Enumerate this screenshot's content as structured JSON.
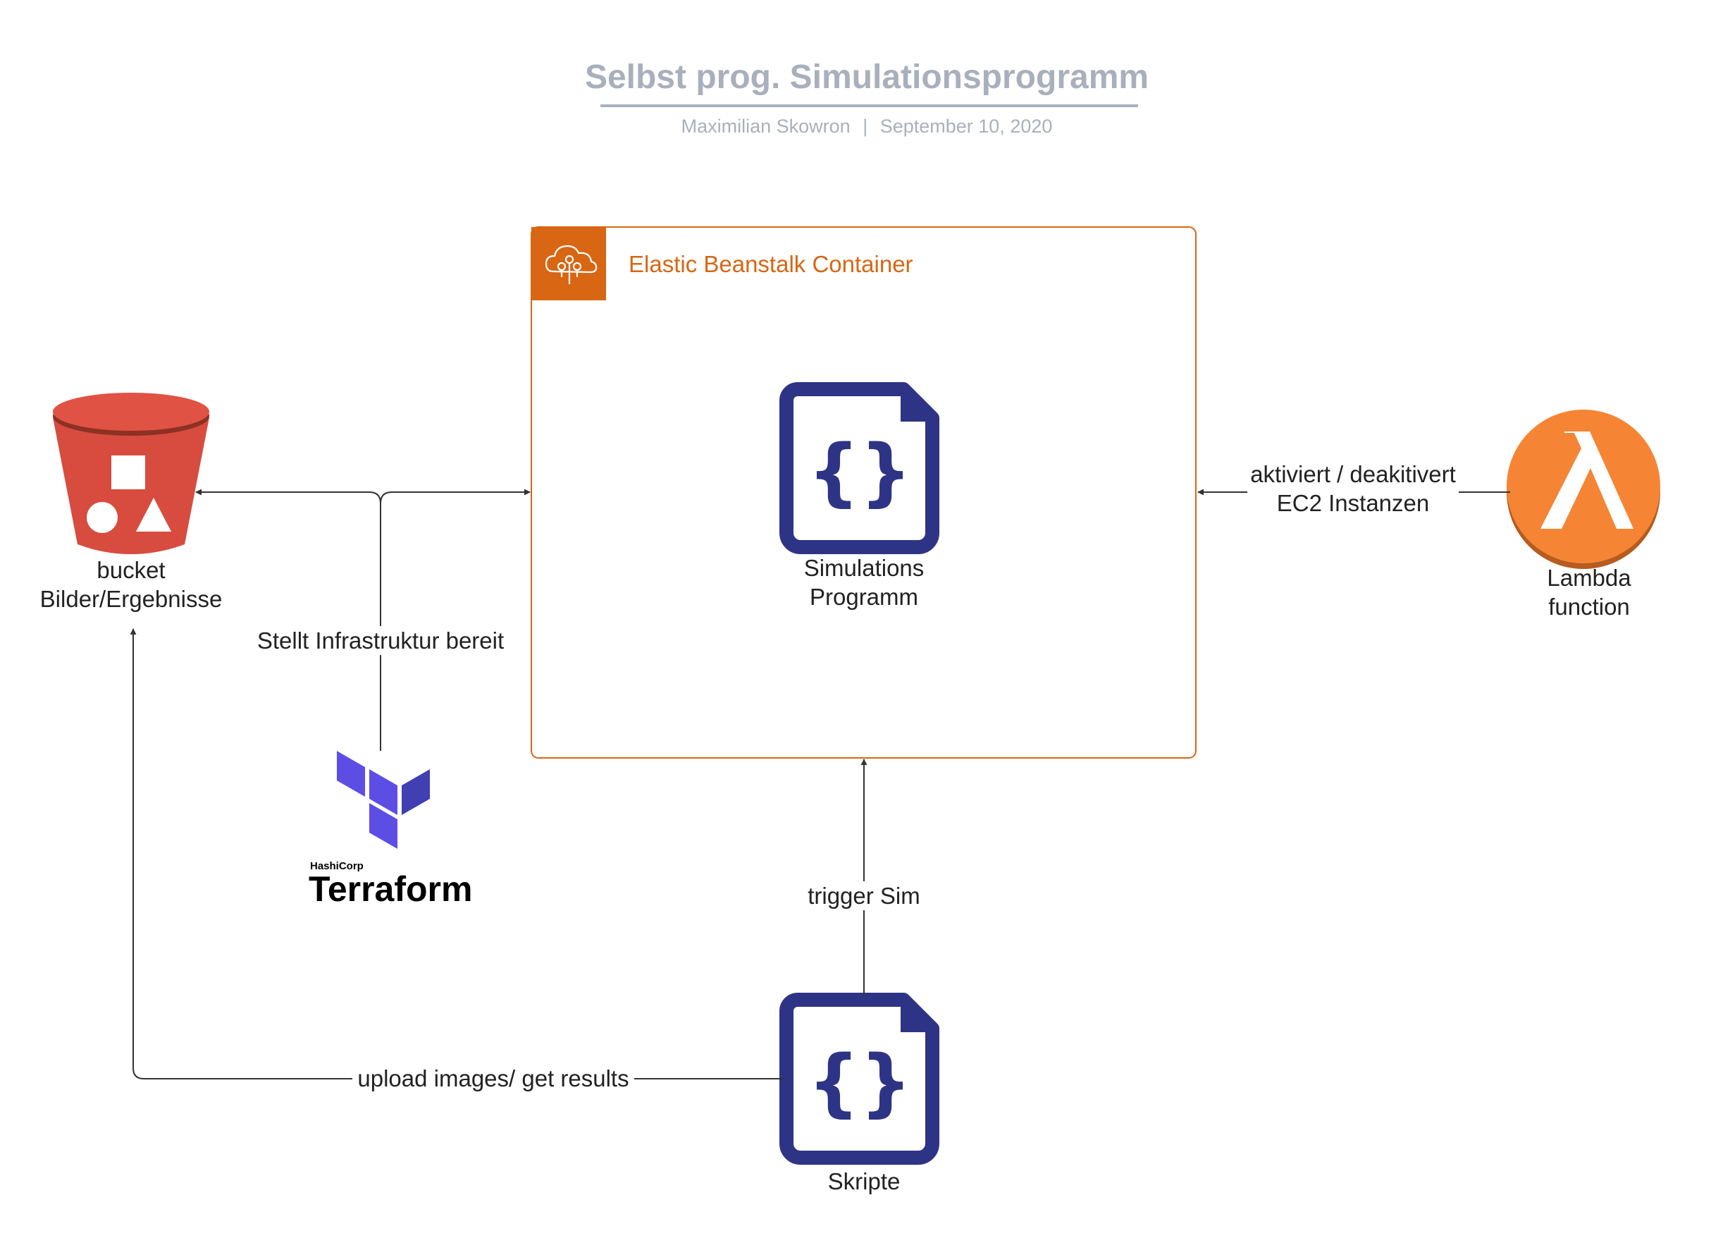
{
  "header": {
    "title": "Selbst prog. Simulationsprogramm",
    "author": "Maximilian Skowron",
    "separator": "|",
    "date": "September 10, 2020"
  },
  "nodes": {
    "bucket": {
      "line1": "bucket",
      "line2": "Bilder/Ergebnisse",
      "icon": "s3-bucket-icon"
    },
    "container": {
      "title": "Elastic Beanstalk Container",
      "icon": "elastic-beanstalk-icon"
    },
    "simulation": {
      "line1": "Simulations",
      "line2": "Programm",
      "icon": "code-file-icon"
    },
    "lambda": {
      "line1": "Lambda",
      "line2": "function",
      "icon": "lambda-icon"
    },
    "terraform": {
      "small": "HashiCorp",
      "large": "Terraform",
      "icon": "terraform-logo-icon"
    },
    "scripts": {
      "label": "Skripte",
      "icon": "code-file-icon"
    }
  },
  "edges": {
    "infra": "Stellt Infrastruktur bereit",
    "lambda_line1": "aktiviert / deakitivert",
    "lambda_line2": "EC2 Instanzen",
    "trigger": "trigger Sim",
    "upload": "upload images/ get results"
  },
  "colors": {
    "title": "#a9b0bc",
    "beanstalk_orange": "#d86613",
    "code_navy": "#2e3485",
    "s3_red": "#e05243",
    "lambda_orange": "#f58534",
    "terraform_purple": "#5c4ee5"
  }
}
